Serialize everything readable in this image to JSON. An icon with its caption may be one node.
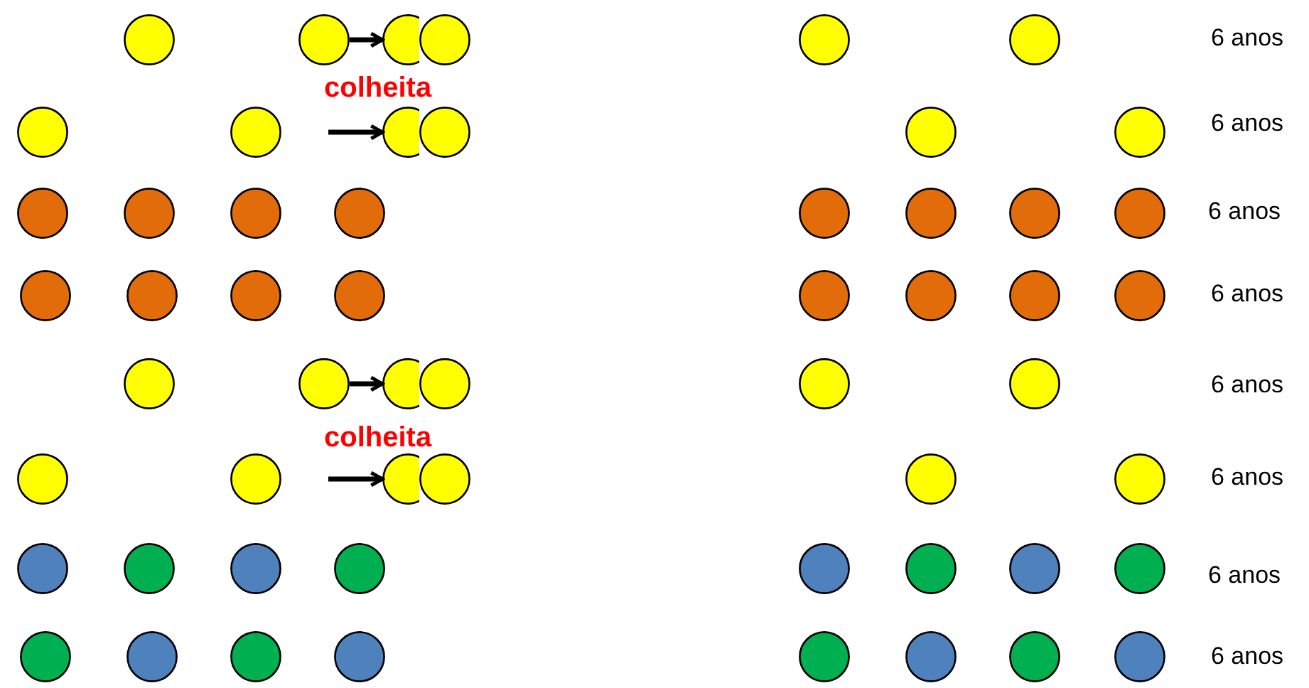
{
  "diagram": {
    "nodes": [
      {
        "text": [],
        "shape": "circle"
      },
      {
        "text": [],
        "shape": "circle"
      },
      {
        "text": [],
        "shape": "circle"
      },
      {
        "text": [],
        "shape": "circle"
      },
      {
        "text": [],
        "shape": "circle"
      },
      {
        "text": [],
        "shape": "circle"
      },
      {
        "text": [],
        "shape": "circle"
      },
      {
        "text": [],
        "shape": "circle"
      },
      {
        "text": [],
        "shape": "circle"
      },
      {
        "text": [],
        "shape": "circle"
      },
      {
        "text": [],
        "shape": "circle"
      },
      {
        "text": [],
        "shape": "circle"
      },
      {
        "text": [],
        "shape": "circle"
      },
      {
        "text": [],
        "shape": "circle"
      },
      {
        "text": [],
        "shape": "circle"
      },
      {
        "text": [],
        "shape": "circle"
      },
      {
        "text": [],
        "shape": "circle"
      },
      {
        "text": [],
        "shape": "circle"
      },
      {
        "text": [],
        "shape": "circle"
      },
      {
        "text": [],
        "shape": "circle"
      },
      {
        "text": [],
        "shape": "circle"
      },
      {
        "text": [],
        "shape": "circle"
      },
      {
        "text": [],
        "shape": "circle"
      },
      {
        "text": [],
        "shape": "circle"
      },
      {
        "text": [],
        "shape": "circle"
      },
      {
        "text": [],
        "shape": "circle"
      },
      {
        "text": [],
        "shape": "circle"
      },
      {
        "text": [],
        "shape": "circle"
      },
      {
        "text": [],
        "shape": "circle"
      },
      {
        "text": [],
        "shape": "circle"
      },
      {
        "text": [],
        "shape": "circle"
      },
      {
        "text": [],
        "shape": "circle"
      },
      {
        "text": [],
        "shape": "circle"
      },
      {
        "text": [],
        "shape": "circle"
      },
      {
        "text": [],
        "shape": "circle"
      },
      {
        "text": [],
        "shape": "circle"
      },
      {
        "text": [],
        "shape": "circle"
      },
      {
        "text": [],
        "shape": "circle"
      },
      {
        "text": [],
        "shape": "circle"
      },
      {
        "text": [],
        "shape": "circle"
      },
      {
        "text": [],
        "shape": "circle"
      },
      {
        "text": [],
        "shape": "circle"
      },
      {
        "text": [],
        "shape": "circle"
      },
      {
        "text": [],
        "shape": "circle"
      },
      {
        "text": [],
        "shape": "circle"
      },
      {
        "text": [],
        "shape": "circle"
      },
      {
        "text": [],
        "shape": "circle"
      },
      {
        "text": [],
        "shape": "circle"
      },
      {
        "text": [],
        "shape": "circle"
      },
      {
        "text": [],
        "shape": "circle"
      },
      {
        "text": [],
        "shape": "circle"
      },
      {
        "text": [],
        "shape": "circle"
      },
      {
        "text": [],
        "shape": "circle"
      },
      {
        "text": [],
        "shape": "circle"
      },
      {
        "text": [],
        "shape": "circle"
      },
      {
        "text": [],
        "shape": "circle"
      }
    ],
    "edges": [
      {
        "from": 1,
        "to": 2,
        "arrow": "to"
      },
      {
        "from": null,
        "to": 8,
        "arrow": "to"
      },
      {
        "from": 29,
        "to": 30,
        "arrow": "to"
      },
      {
        "from": null,
        "to": 36,
        "arrow": "to"
      }
    ],
    "labels": [
      "6 anos",
      "colheita",
      "6 anos",
      "6 anos",
      "6 anos",
      "6 anos",
      "colheita",
      "6 anos",
      "6 anos",
      "6 anos"
    ]
  }
}
